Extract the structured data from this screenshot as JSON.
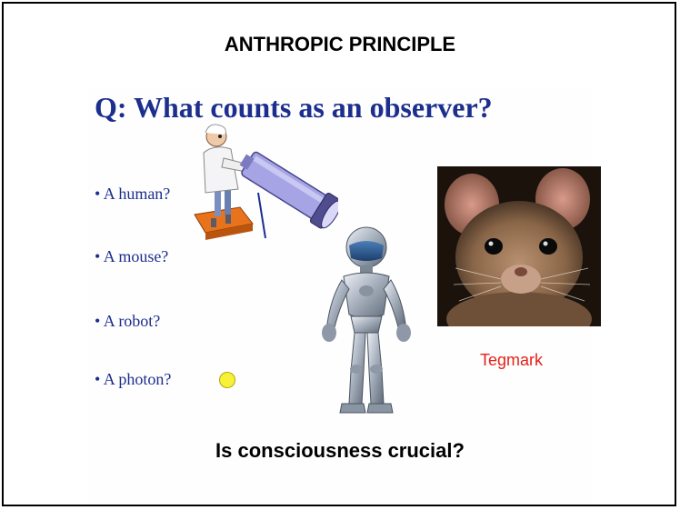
{
  "slide": {
    "title": "ANTHROPIC PRINCIPLE",
    "question": "Q: What counts as an observer?",
    "bullets": [
      "• A human?",
      "• A mouse?",
      "• A robot?",
      "• A photon?"
    ],
    "photo_caption": "Tegmark",
    "bottom_question": "Is consciousness crucial?"
  },
  "colors": {
    "question_blue": "#1c2e8e",
    "caption_red": "#e32219",
    "photon_yellow": "#f6f23a"
  },
  "icons": {
    "photon": "yellow-circle-icon",
    "scientist": "scientist-telescope-icon",
    "robot": "robot-icon",
    "mouse": "mouse-photo"
  }
}
